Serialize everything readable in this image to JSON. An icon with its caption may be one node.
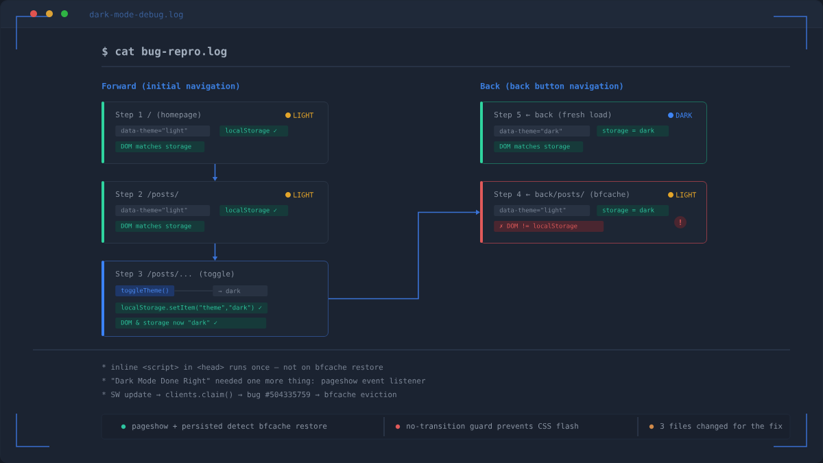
{
  "diagram": {
    "title": "$ cat bug-repro.log",
    "nodes": [
      {
        "text": [
          "Step 1 / (homepage)",
          "LIGHT"
        ]
      },
      {
        "text": [
          "data-theme=\"light\""
        ],
        "in": 0
      },
      {
        "text": [
          "localStorage ✓"
        ],
        "in": 0
      },
      {
        "text": [
          "DOM matches storage"
        ],
        "in": 0
      },
      {
        "text": [
          "Step 2 /posts/",
          "LIGHT"
        ]
      },
      {
        "text": [
          "data-theme=\"light\""
        ],
        "in": 4
      },
      {
        "text": [
          "localStorage ✓"
        ],
        "in": 4
      },
      {
        "text": [
          "DOM matches storage"
        ],
        "in": 4
      },
      {
        "text": [
          "Step 3 /posts/... (toggle)"
        ]
      },
      {
        "text": [
          "toggleTheme()"
        ],
        "in": 8
      },
      {
        "text": [
          "→ dark"
        ],
        "in": 8
      },
      {
        "text": [
          "localStorage.setItem(\"theme\",\"dark\") ✓"
        ],
        "in": 8
      },
      {
        "text": [
          "DOM & storage now \"dark\" ✓"
        ],
        "in": 8
      },
      {
        "text": [
          "Step 5 ← back (fresh load)",
          "DARK"
        ]
      },
      {
        "text": [
          "data-theme=\"dark\""
        ],
        "in": 13
      },
      {
        "text": [
          "storage = dark"
        ],
        "in": 13
      },
      {
        "text": [
          "DOM matches storage"
        ],
        "in": 13
      },
      {
        "text": [
          "Step 4 ← back/posts/ (bfcache)",
          "LIGHT"
        ]
      },
      {
        "text": [
          "data-theme=\"light\""
        ],
        "in": 17
      },
      {
        "text": [
          "storage = dark"
        ],
        "in": 17
      },
      {
        "text": [
          "✗ DOM != localStorage"
        ],
        "in": 17
      },
      {
        "text": [
          "!"
        ],
        "in": 17
      }
    ],
    "edges": [
      {
        "from": 0,
        "to": 4,
        "arrow": "to"
      },
      {
        "from": 4,
        "to": 8,
        "arrow": "to"
      },
      {
        "from": 8,
        "to": 17,
        "arrow": "to"
      },
      {
        "from": 9,
        "to": 10,
        "arrow": "none",
        "color": "#2e3949"
      }
    ],
    "labels": [
      "dark-mode-debug.log",
      "Forward (initial navigation)",
      "Back (back button navigation)",
      "* inline <script> in <head> runs once — not on bfcache restore",
      "* \"Dark Mode Done Right\" needed one more thing: pageshow event listener",
      "* SW update → clients.claim() → bug #504335759 → bfcache eviction"
    ],
    "legend": [
      {
        "text": "pageshow + persisted detect bfcache restore",
        "color": "#2ec4a0"
      },
      {
        "text": "no-transition guard prevents CSS flash",
        "color": "#e05a5a"
      },
      {
        "text": "3 files changed for the fix",
        "color": "#d08a4a"
      }
    ]
  }
}
